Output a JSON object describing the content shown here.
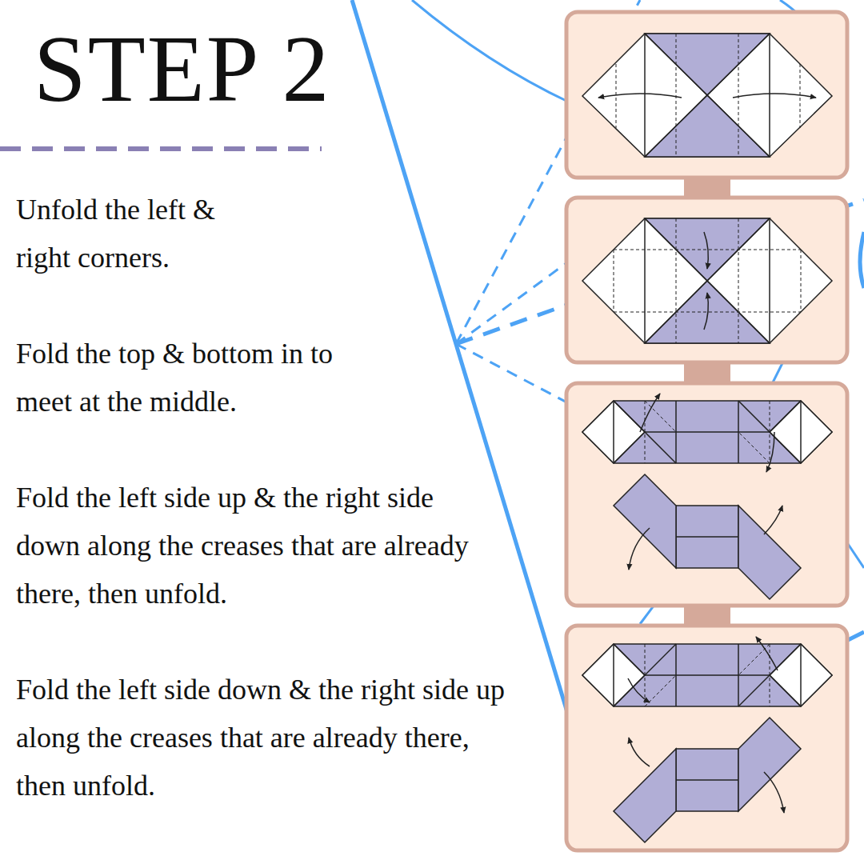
{
  "diagram": {
    "title": "STEP 2",
    "labels": [
      "Unfold the left & right corners.",
      "Fold the top & bottom in to meet at the middle.",
      "Fold the left side up & the right side down along the creases that are already there, then unfold.",
      "Fold the left side down & the right side up along the creases that are already there, then unfold."
    ]
  }
}
